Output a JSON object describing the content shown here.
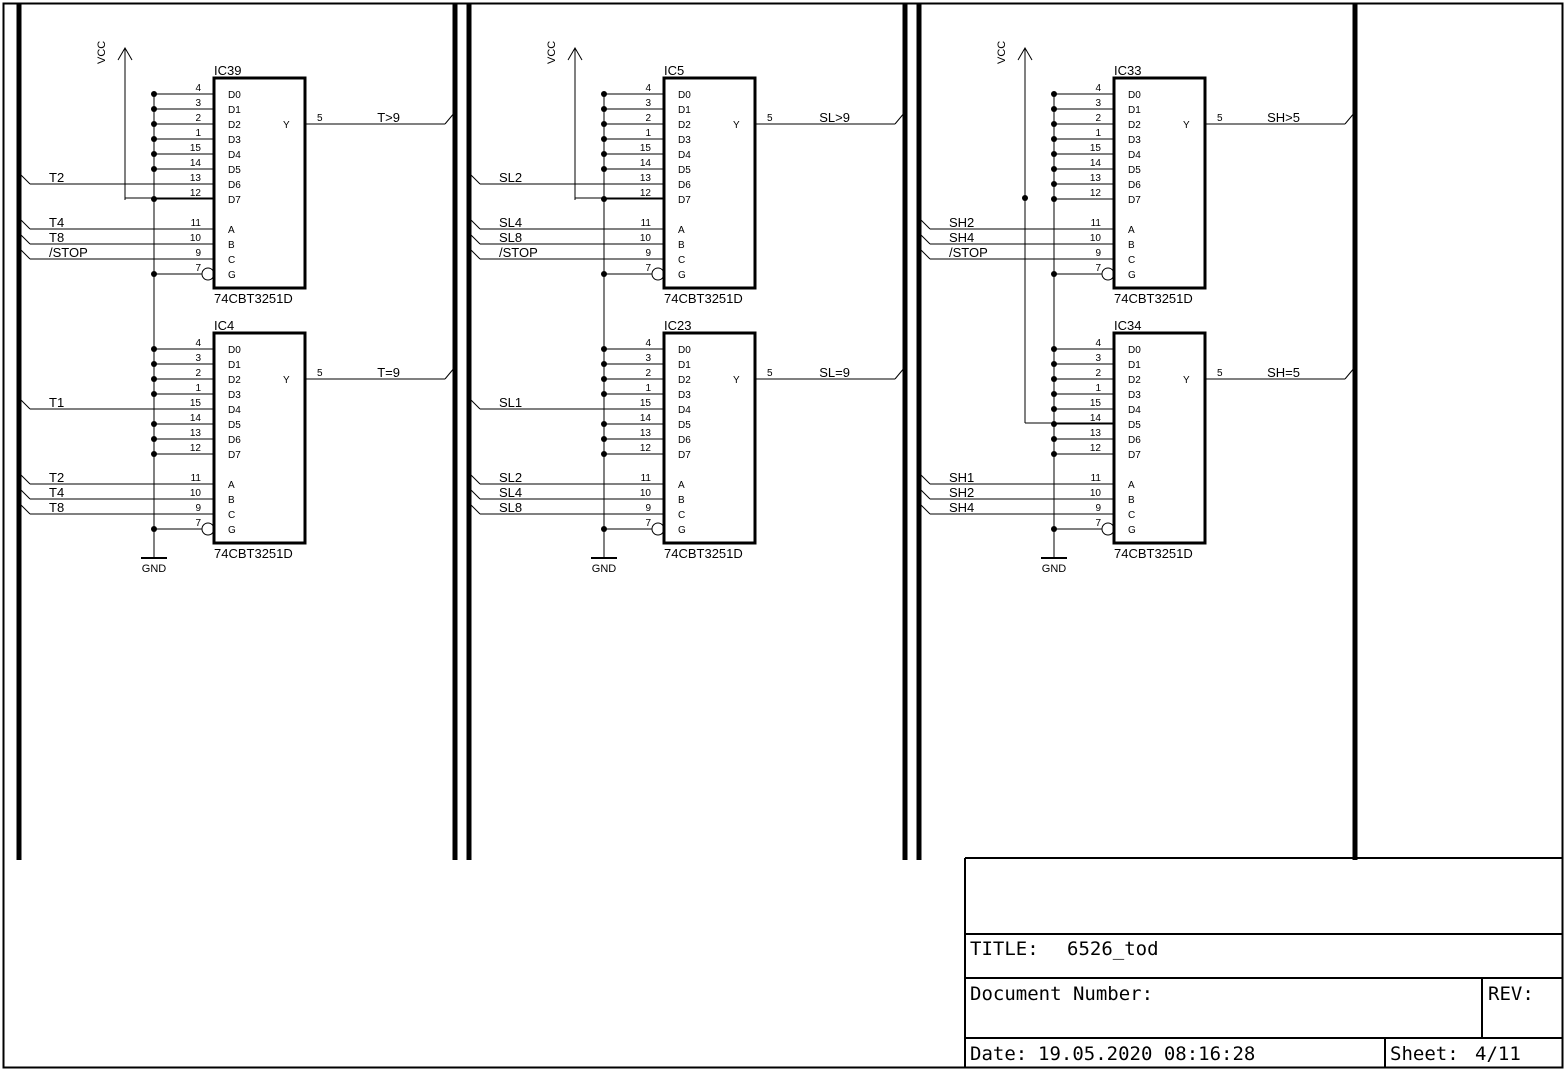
{
  "sheet": {
    "title_label": "TITLE:",
    "title": "6526_tod",
    "document_number_label": "Document Number:",
    "rev_label": "REV:",
    "date_label": "Date:",
    "date": "19.05.2020 08:16:28",
    "sheet_label": "Sheet:",
    "sheet": "4/11"
  },
  "power": {
    "vcc": "VCC",
    "gnd": "GND"
  },
  "data_pins": [
    "D0",
    "D1",
    "D2",
    "D3",
    "D4",
    "D5",
    "D6",
    "D7"
  ],
  "data_pin_numbers": [
    "4",
    "3",
    "2",
    "1",
    "15",
    "14",
    "13",
    "12"
  ],
  "select_pins": [
    "A",
    "B",
    "C",
    "G"
  ],
  "select_pin_numbers": [
    "11",
    "10",
    "9",
    "7"
  ],
  "output_pin": "Y",
  "output_pin_number": "5",
  "columns": [
    {
      "upper": {
        "name": "IC39",
        "value": "74CBT3251D",
        "output": "T>9",
        "inputs": [
          {
            "pin": 6,
            "label": "T2"
          }
        ],
        "selects": [
          "T4",
          "T8",
          "/STOP"
        ]
      },
      "lower": {
        "name": "IC4",
        "value": "74CBT3251D",
        "output": "T=9",
        "inputs": [
          {
            "pin": 4,
            "label": "T1"
          }
        ],
        "selects": [
          "T2",
          "T4",
          "T8"
        ]
      }
    },
    {
      "upper": {
        "name": "IC5",
        "value": "74CBT3251D",
        "output": "SL>9",
        "inputs": [
          {
            "pin": 6,
            "label": "SL2"
          }
        ],
        "selects": [
          "SL4",
          "SL8",
          "/STOP"
        ]
      },
      "lower": {
        "name": "IC23",
        "value": "74CBT3251D",
        "output": "SL=9",
        "inputs": [
          {
            "pin": 4,
            "label": "SL1"
          }
        ],
        "selects": [
          "SL2",
          "SL4",
          "SL8"
        ]
      }
    },
    {
      "upper": {
        "name": "IC33",
        "value": "74CBT3251D",
        "output": "SH>5",
        "inputs": [],
        "selects": [
          "SH2",
          "SH4",
          "/STOP"
        ]
      },
      "lower": {
        "name": "IC34",
        "value": "74CBT3251D",
        "output": "SH=5",
        "inputs": [],
        "selects": [
          "SH1",
          "SH2",
          "SH4"
        ]
      }
    }
  ]
}
